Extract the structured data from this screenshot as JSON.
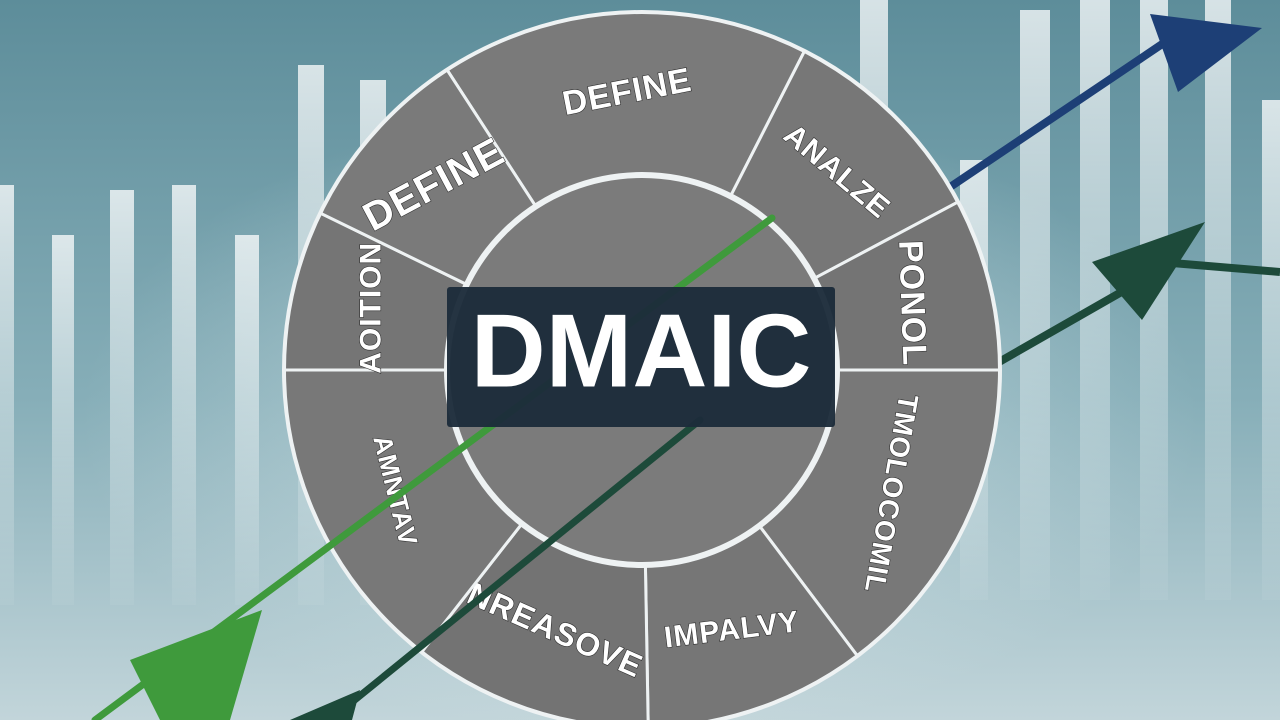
{
  "diagram": {
    "center_label": "DMAIC",
    "segments": [
      {
        "label": "DEFINE"
      },
      {
        "label": "ANALZE"
      },
      {
        "label": "PONOL"
      },
      {
        "label": "TMOLOCOMIL"
      },
      {
        "label": "IMPALVY"
      },
      {
        "label": "NREASOVE"
      },
      {
        "label": "AMNTAV"
      },
      {
        "label": "AOITION"
      },
      {
        "label": "DEFINE"
      }
    ]
  },
  "colors": {
    "background": "#6f9aa6",
    "ring_fill": "#7b7b7b",
    "ring_border": "#eef2f3",
    "center_box": "#1c2c3a",
    "arrow_blue": "#1d3f76",
    "arrow_dark_green": "#1d4a3a",
    "arrow_green": "#3f9a3c"
  }
}
